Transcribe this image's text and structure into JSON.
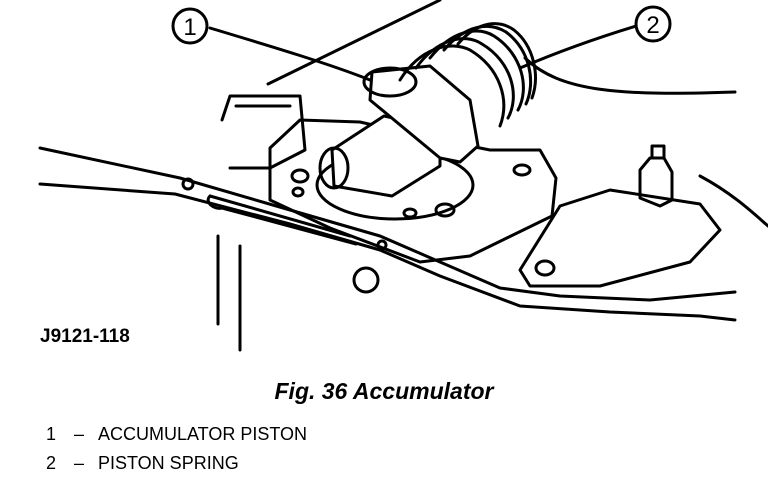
{
  "callouts": [
    {
      "number": "1"
    },
    {
      "number": "2"
    }
  ],
  "reference_code": "J9121-118",
  "figure_caption": "Fig. 36 Accumulator",
  "legend": [
    {
      "number": "1",
      "separator": "–",
      "label": "ACCUMULATOR PISTON"
    },
    {
      "number": "2",
      "separator": "–",
      "label": "PISTON SPRING"
    }
  ]
}
